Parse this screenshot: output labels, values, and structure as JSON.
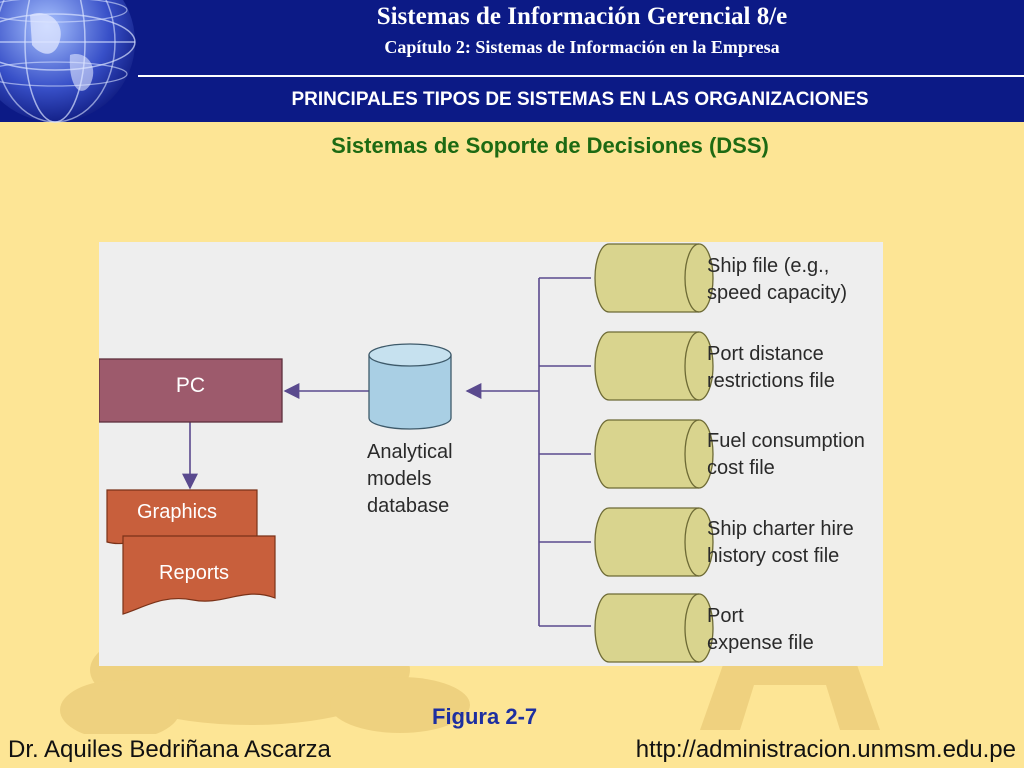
{
  "header": {
    "title": "Sistemas de Información Gerencial 8/e",
    "subtitle": "Capítulo 2: Sistemas de Información en la Empresa",
    "section": "PRINCIPALES TIPOS DE SISTEMAS EN LAS ORGANIZACIONES"
  },
  "slide_title": "Sistemas de Soporte de Decisiones (DSS)",
  "diagram": {
    "pc": "PC",
    "outputs": [
      "Graphics",
      "Reports"
    ],
    "database": "Analytical\nmodels\ndatabase",
    "files": [
      "Ship file (e.g.,\nspeed capacity)",
      "Port distance\nrestrictions file",
      "Fuel consumption\ncost file",
      "Ship charter hire\nhistory cost file",
      "Port\nexpense file"
    ]
  },
  "caption": "Figura 2-7",
  "footer": {
    "author": "Dr. Aquiles Bedriñana Ascarza",
    "url": "http://administracion.unmsm.edu.pe"
  },
  "colors": {
    "header_bg": "#0c1a86",
    "slide_bg": "#fde595",
    "title_green": "#1d6a13",
    "pc_fill": "#9d5a6c",
    "output_fill": "#c85f3c",
    "file_fill": "#d9d48e",
    "db_fill": "#a9cfe4",
    "connector": "#5a4a8e"
  }
}
